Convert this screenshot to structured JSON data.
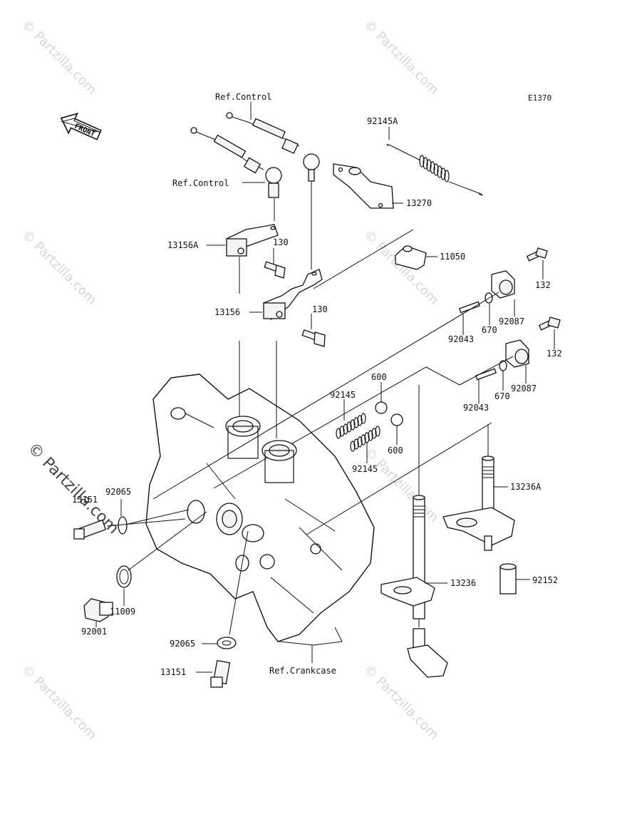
{
  "diagram_code": "E1370",
  "front_label": "FRONT",
  "watermark": "© Partzilla.com",
  "callouts": {
    "ref_control_top": "Ref.Control",
    "ref_control_left": "Ref.Control",
    "p92145A": "92145A",
    "p13270": "13270",
    "p11050": "11050",
    "p13156A": "13156A",
    "p130_a": "130",
    "p13156": "13156",
    "p130_b": "130",
    "p132_a": "132",
    "p92087_a": "92087",
    "p670_a": "670",
    "p92043_a": "92043",
    "p132_b": "132",
    "p92087_b": "92087",
    "p670_b": "670",
    "p92043_b": "92043",
    "p600_a": "600",
    "p92145_a": "92145",
    "p600_b": "600",
    "p92145_b": "92145",
    "p13236A": "13236A",
    "p13151_a": "13151",
    "p92065_a": "92065",
    "p92152": "92152",
    "p13236": "13236",
    "p11009": "11009",
    "p92001": "92001",
    "p92065_b": "92065",
    "p13151_b": "13151",
    "ref_crankcase": "Ref.Crankcase"
  }
}
